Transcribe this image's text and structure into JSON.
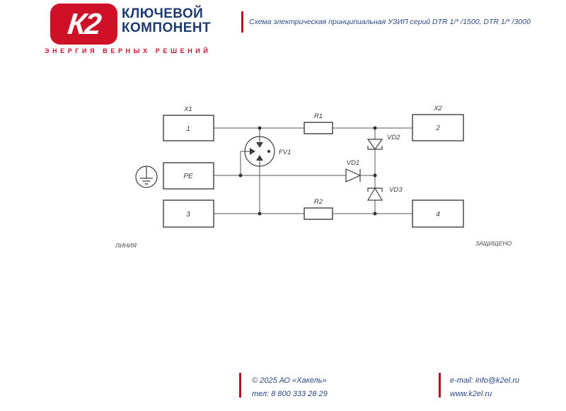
{
  "brand": {
    "mark": "К2",
    "name_line1": "КЛЮЧЕВОЙ",
    "name_line2": "КОМПОНЕНТ",
    "tagline": "ЭНЕРГИЯ ВЕРНЫХ РЕШЕНИЙ"
  },
  "title": "Схема электрическая принципиальная УЗИП серий DTR 1/* /1500, DTR 1/* /3000",
  "colors": {
    "brand_red": "#ce1126",
    "accent_bar_red": "#b11226",
    "navy_text": "#2b4a85",
    "schematic_ink": "#3e3e3e"
  },
  "schematic": {
    "connector_left_label": "X1",
    "connector_right_label": "X2",
    "terminal_1": "1",
    "terminal_2": "2",
    "terminal_pe": "PE",
    "terminal_3": "3",
    "terminal_4": "4",
    "resistor_1": "R1",
    "resistor_2": "R2",
    "arrester": "FV1",
    "diode_1": "VD1",
    "diode_2": "VD2",
    "diode_3": "VD3",
    "zone_left": "ЛИНИЯ",
    "zone_right": "ЗАЩИЩЕНО"
  },
  "footer": {
    "copyright": "© 2025 АО «Хакель»",
    "phone": "тел: 8 800 333 28 29",
    "email": "e-mail: info@k2el.ru",
    "website": "www.k2el.ru"
  }
}
